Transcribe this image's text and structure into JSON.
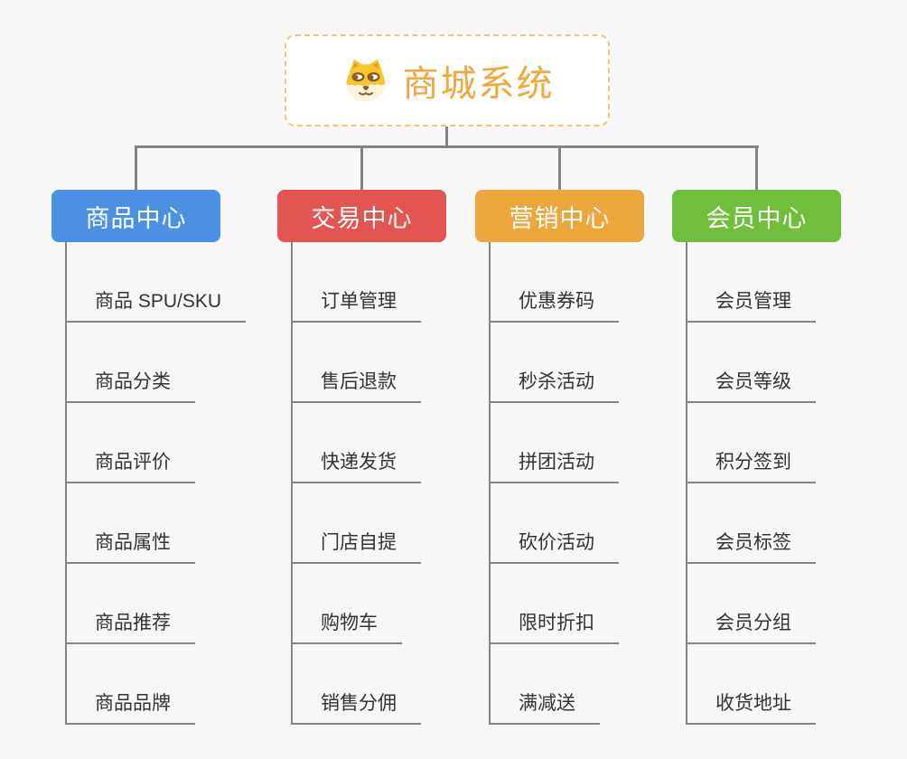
{
  "root": {
    "title": "商城系统",
    "icon": "dog-face-icon",
    "title_color": "#f0a83e",
    "border_color": "#f2c47e"
  },
  "connector_color": "#838383",
  "branches": [
    {
      "label": "商品中心",
      "color": "#4b90e2",
      "children": [
        "商品 SPU/SKU",
        "商品分类",
        "商品评价",
        "商品属性",
        "商品推荐",
        "商品品牌"
      ]
    },
    {
      "label": "交易中心",
      "color": "#e35551",
      "children": [
        "订单管理",
        "售后退款",
        "快递发货",
        "门店自提",
        "购物车",
        "销售分佣"
      ]
    },
    {
      "label": "营销中心",
      "color": "#ebA63c",
      "children": [
        "优惠券码",
        "秒杀活动",
        "拼团活动",
        "砍价活动",
        "限时折扣",
        "满减送"
      ]
    },
    {
      "label": "会员中心",
      "color": "#6fbf3c",
      "children": [
        "会员管理",
        "会员等级",
        "积分签到",
        "会员标签",
        "会员分组",
        "收货地址"
      ]
    }
  ]
}
